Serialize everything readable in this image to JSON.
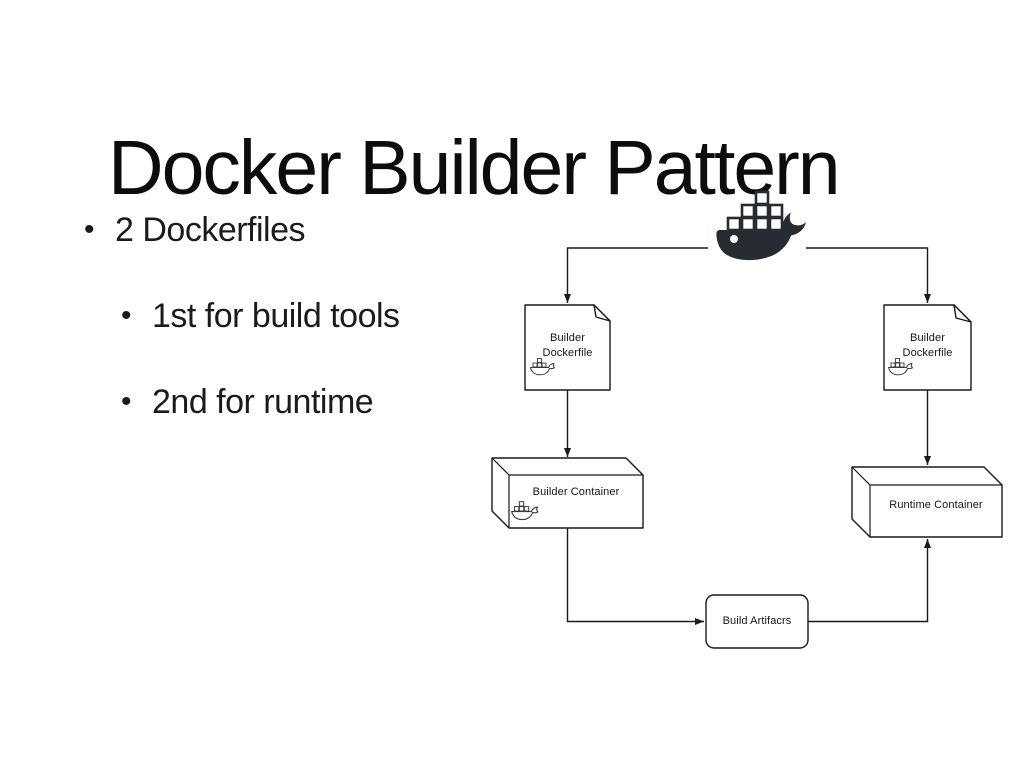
{
  "slide": {
    "title": "Docker Builder Pattern",
    "bullets": [
      {
        "level": 1,
        "text": "2 Dockerfiles"
      },
      {
        "level": 2,
        "text": "1st for build tools"
      },
      {
        "level": 2,
        "text": "2nd for runtime"
      }
    ]
  },
  "glyphs": {
    "bullet": "•"
  },
  "colors": {
    "whale": "#262c31",
    "ink": "#1a1a1a",
    "background": "#ffffff"
  },
  "diagram": {
    "nodes": {
      "docker_logo": {
        "shape": "docker-whale-icon",
        "label": ""
      },
      "dockerfile_left": {
        "shape": "document",
        "label": "Builder\nDockerfile"
      },
      "dockerfile_right": {
        "shape": "document",
        "label": "Builder\nDockerfile"
      },
      "builder_container": {
        "shape": "cube",
        "label": "Builder Container"
      },
      "runtime_container": {
        "shape": "cube",
        "label": "Runtime Container"
      },
      "build_artifacts": {
        "shape": "rounded-rect",
        "label": "Build Artifacrs"
      }
    },
    "edges": [
      {
        "from": "docker_logo",
        "to": "dockerfile_left"
      },
      {
        "from": "docker_logo",
        "to": "dockerfile_right"
      },
      {
        "from": "dockerfile_left",
        "to": "builder_container"
      },
      {
        "from": "dockerfile_right",
        "to": "runtime_container"
      },
      {
        "from": "builder_container",
        "to": "build_artifacts"
      },
      {
        "from": "build_artifacts",
        "to": "runtime_container"
      }
    ]
  }
}
